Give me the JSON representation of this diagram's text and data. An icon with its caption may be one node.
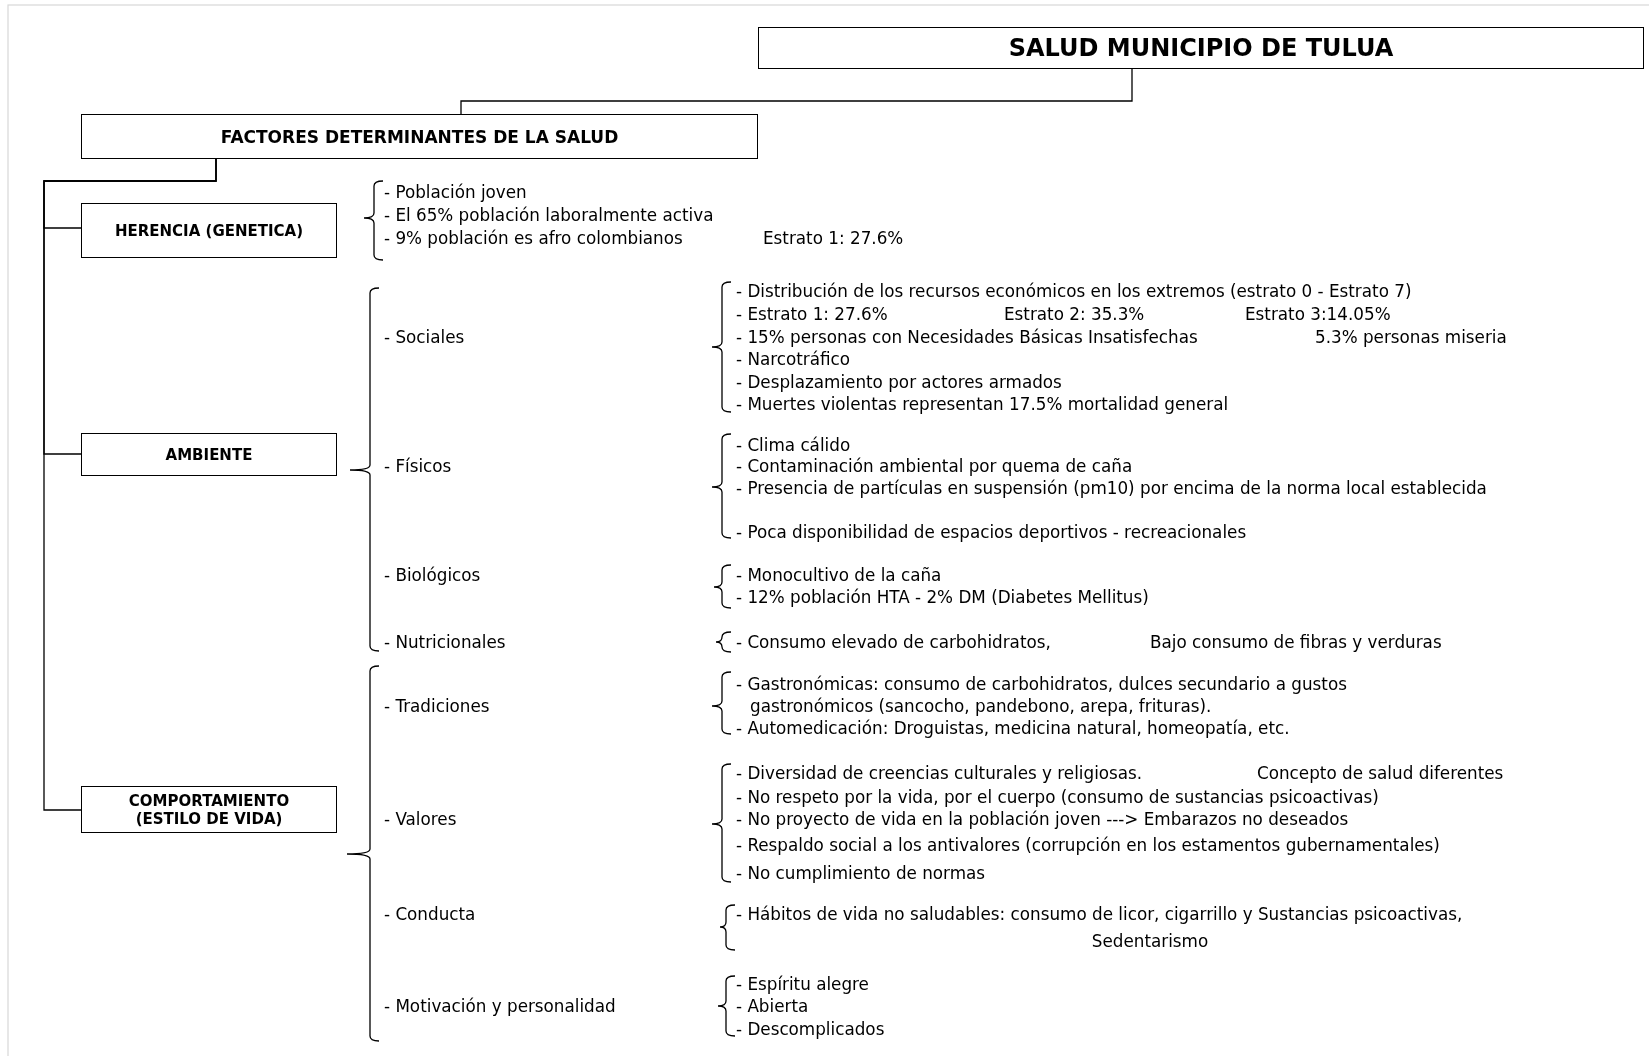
{
  "diagram": {
    "nodes": [
      {
        "text": [
          "SALUD MUNICIPIO DE TULUA"
        ]
      },
      {
        "text": [
          "FACTORES DETERMINANTES DE LA SALUD"
        ]
      },
      {
        "text": [
          "HERENCIA (GENETICA)"
        ]
      },
      {
        "text": [
          "AMBIENTE"
        ]
      },
      {
        "text": [
          "COMPORTAMIENTO (ESTILO DE VIDA)"
        ]
      }
    ],
    "edges": [
      {
        "from": 0,
        "to": 1,
        "arrow": "none"
      },
      {
        "from": 1,
        "to": 2,
        "arrow": "none"
      },
      {
        "from": 1,
        "to": 3,
        "arrow": "none"
      },
      {
        "from": 1,
        "to": 4,
        "arrow": "none"
      }
    ],
    "labels": [
      "- Población joven",
      "- El 65% población laboralmente activa",
      "- 9% población es afro colombianos",
      "Estrato 1: 27.6%",
      "- Sociales",
      "- Distribución de los recursos económicos en los extremos (estrato 0 - Estrato 7)",
      "- Estrato 1: 27.6%",
      "Estrato 2: 35.3%",
      "Estrato 3:14.05%",
      "- 15% personas con Necesidades Básicas Insatisfechas",
      "5.3% personas miseria",
      "- Narcotráfico",
      "- Desplazamiento por actores armados",
      "- Muertes violentas representan 17.5% mortalidad general",
      "- Físicos",
      "- Clima cálido",
      "- Contaminación ambiental por quema de caña",
      "- Presencia de partículas en suspensión (pm10) por encima de la norma local establecida",
      "- Poca disponibilidad de espacios deportivos - recreacionales",
      "- Biológicos",
      "- Monocultivo de la caña",
      "- 12% población HTA - 2% DM (Diabetes Mellitus)",
      "- Nutricionales",
      "- Consumo elevado de carbohidratos,",
      "Bajo consumo de fibras y verduras",
      "- Tradiciones",
      "- Gastronómicas: consumo de carbohidratos, dulces secundario a gustos gastronómicos (sancocho, pandebono, arepa, frituras).",
      "- Automedicación: Droguistas, medicina natural, homeopatía, etc.",
      "- Valores",
      "- Diversidad de creencias culturales y religiosas.",
      "Concepto de salud diferentes",
      "- No respeto por la vida, por el cuerpo (consumo de sustancias psicoactivas)",
      "- No proyecto de vida en la población joven ---> Embarazos no deseados",
      "- Respaldo social a los antivalores (corrupción en los estamentos gubernamentales)",
      "- No cumplimiento de normas",
      "- Conducta",
      "- Hábitos de vida no saludables: consumo de licor, cigarrillo y Sustancias psicoactivas,",
      "Sedentarismo",
      "- Motivación y personalidad",
      "- Espíritu alegre",
      "- Abierta",
      "- Descomplicados"
    ]
  }
}
